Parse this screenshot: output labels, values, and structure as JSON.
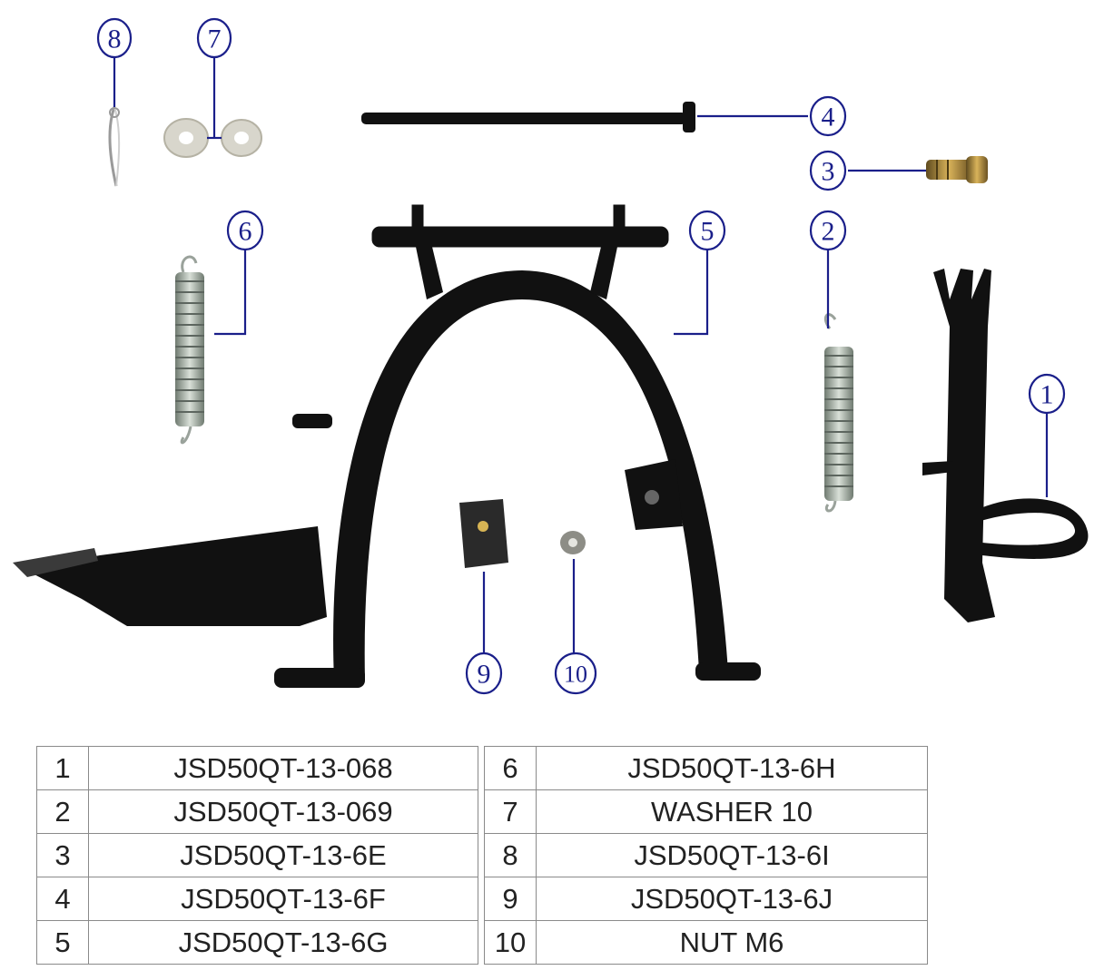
{
  "callouts": [
    "1",
    "2",
    "3",
    "4",
    "5",
    "6",
    "7",
    "8",
    "9",
    "10"
  ],
  "parts_table": {
    "rows": [
      {
        "no": "1",
        "part": "JSD50QT-13-068",
        "no2": "6",
        "part2": "JSD50QT-13-6H"
      },
      {
        "no": "2",
        "part": "JSD50QT-13-069",
        "no2": "7",
        "part2": "WASHER 10"
      },
      {
        "no": "3",
        "part": "JSD50QT-13-6E",
        "no2": "8",
        "part2": "JSD50QT-13-6I"
      },
      {
        "no": "4",
        "part": "JSD50QT-13-6F",
        "no2": "9",
        "part2": "JSD50QT-13-6J"
      },
      {
        "no": "5",
        "part": "JSD50QT-13-6G",
        "no2": "10",
        "part2": "NUT M6"
      }
    ]
  },
  "colors": {
    "callout": "#1a1f8a",
    "part": "#111111"
  }
}
